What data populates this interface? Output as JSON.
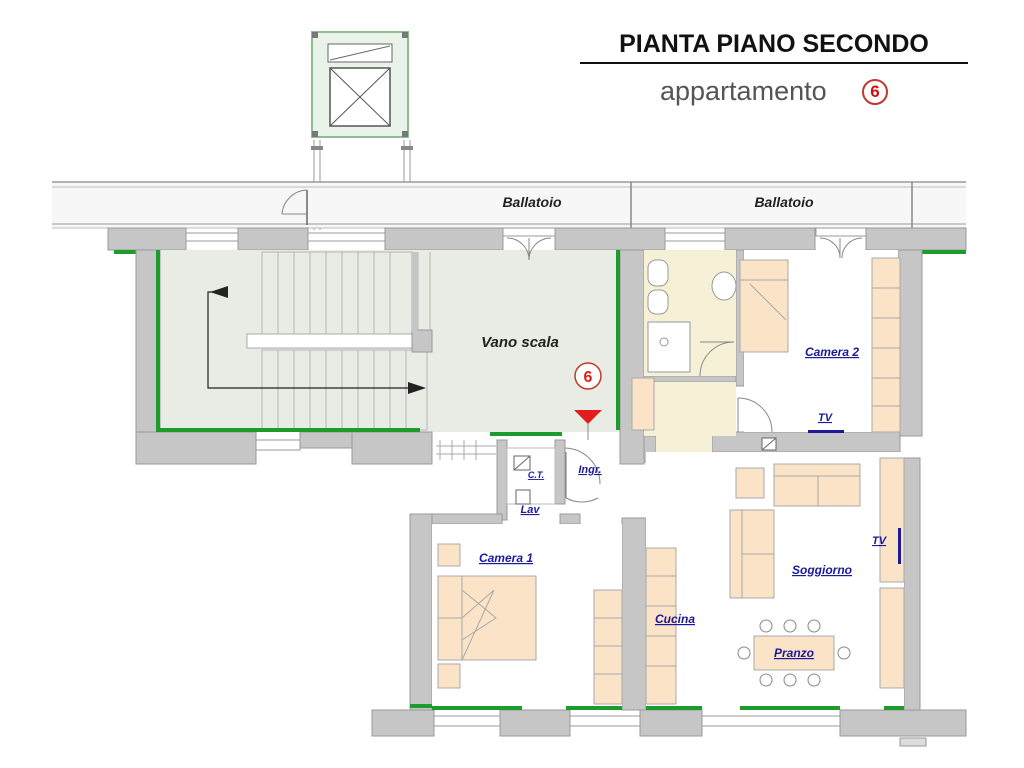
{
  "header": {
    "title": "PIANTA PIANO SECONDO",
    "subtitle": "appartamento",
    "unit_badge": "6"
  },
  "labels": {
    "ballatoio_left": "Ballatoio",
    "ballatoio_right": "Ballatoio",
    "vano_scala": "Vano scala",
    "entrance_number": "6",
    "camera_2": "Camera 2",
    "tv_camera_2": "TV",
    "ingr": "Ingr.",
    "ct": "C.T.",
    "lav": "Lav",
    "camera_1": "Camera 1",
    "cucina": "Cucina",
    "soggiorno": "Soggiorno",
    "tv_soggiorno": "TV",
    "pranzo": "Pranzo"
  },
  "colors": {
    "wall": "#c6c6c6",
    "stair_hall": "#e9ebe5",
    "bathroom": "#f6f1d6",
    "furniture": "#fbe3c8",
    "facade_line": "#1d9b2c",
    "marker": "#e21d1d",
    "room_label": "#1a1a9a"
  }
}
